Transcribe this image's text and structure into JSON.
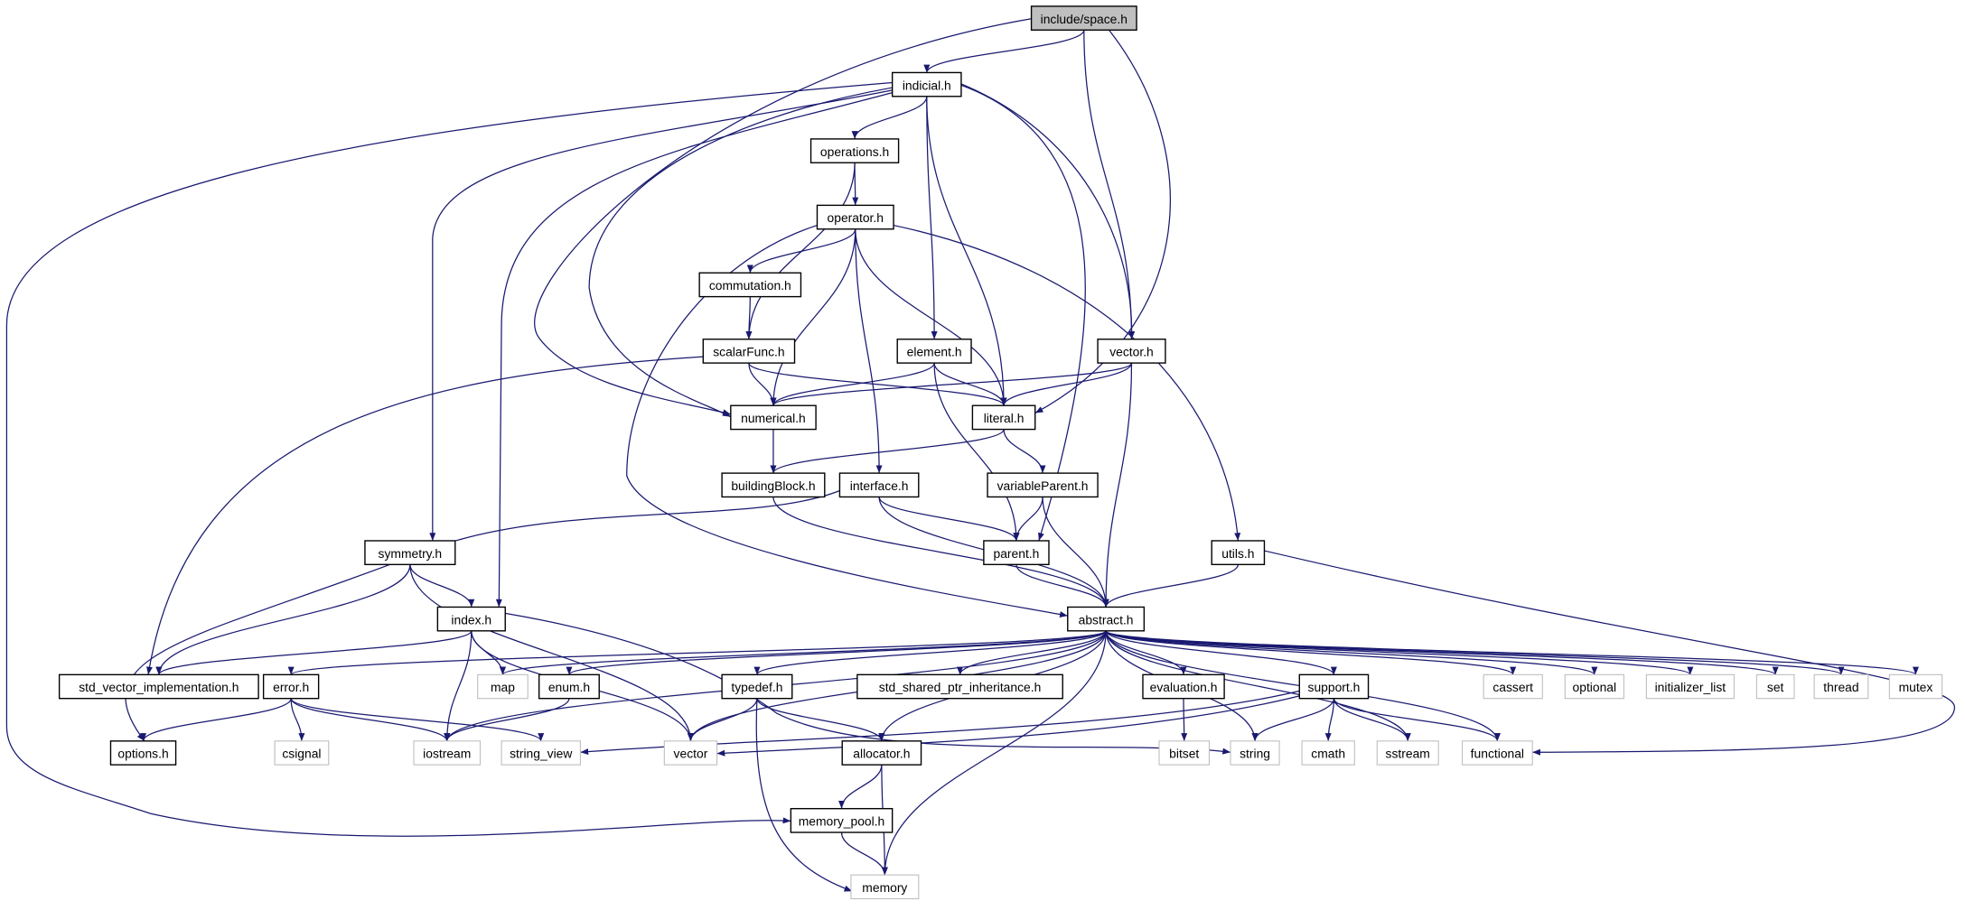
{
  "colors": {
    "edge": "#191970",
    "root_fill": "#bfbfbf",
    "local_stroke": "#000000",
    "system_stroke": "#bfbfbf"
  },
  "nodes": [
    {
      "label": "include/space.h",
      "type": "root"
    },
    {
      "label": "indicial.h",
      "type": "local"
    },
    {
      "label": "operations.h",
      "type": "local"
    },
    {
      "label": "operator.h",
      "type": "local"
    },
    {
      "label": "commutation.h",
      "type": "local"
    },
    {
      "label": "scalarFunc.h",
      "type": "local"
    },
    {
      "label": "element.h",
      "type": "local"
    },
    {
      "label": "vector.h",
      "type": "local"
    },
    {
      "label": "numerical.h",
      "type": "local"
    },
    {
      "label": "literal.h",
      "type": "local"
    },
    {
      "label": "buildingBlock.h",
      "type": "local"
    },
    {
      "label": "interface.h",
      "type": "local"
    },
    {
      "label": "variableParent.h",
      "type": "local"
    },
    {
      "label": "symmetry.h",
      "type": "local"
    },
    {
      "label": "parent.h",
      "type": "local"
    },
    {
      "label": "utils.h",
      "type": "local"
    },
    {
      "label": "index.h",
      "type": "local"
    },
    {
      "label": "abstract.h",
      "type": "local"
    },
    {
      "label": "std_vector_implementation.h",
      "type": "local"
    },
    {
      "label": "error.h",
      "type": "local"
    },
    {
      "label": "map",
      "type": "system"
    },
    {
      "label": "enum.h",
      "type": "local"
    },
    {
      "label": "typedef.h",
      "type": "local"
    },
    {
      "label": "std_shared_ptr_inheritance.h",
      "type": "local"
    },
    {
      "label": "evaluation.h",
      "type": "local"
    },
    {
      "label": "support.h",
      "type": "local"
    },
    {
      "label": "cassert",
      "type": "system"
    },
    {
      "label": "optional",
      "type": "system"
    },
    {
      "label": "initializer_list",
      "type": "system"
    },
    {
      "label": "set",
      "type": "system"
    },
    {
      "label": "thread",
      "type": "system"
    },
    {
      "label": "mutex",
      "type": "system"
    },
    {
      "label": "options.h",
      "type": "local"
    },
    {
      "label": "csignal",
      "type": "system"
    },
    {
      "label": "iostream",
      "type": "system"
    },
    {
      "label": "string_view",
      "type": "system"
    },
    {
      "label": "vector",
      "type": "system"
    },
    {
      "label": "allocator.h",
      "type": "local"
    },
    {
      "label": "bitset",
      "type": "system"
    },
    {
      "label": "string",
      "type": "system"
    },
    {
      "label": "cmath",
      "type": "system"
    },
    {
      "label": "sstream",
      "type": "system"
    },
    {
      "label": "functional",
      "type": "system"
    },
    {
      "label": "memory_pool.h",
      "type": "local"
    },
    {
      "label": "memory",
      "type": "system"
    }
  ],
  "edges": [
    [
      "include/space.h",
      "indicial.h"
    ],
    [
      "include/space.h",
      "numerical.h"
    ],
    [
      "include/space.h",
      "vector.h"
    ],
    [
      "include/space.h",
      "literal.h"
    ],
    [
      "indicial.h",
      "operations.h"
    ],
    [
      "indicial.h",
      "element.h"
    ],
    [
      "indicial.h",
      "literal.h"
    ],
    [
      "indicial.h",
      "vector.h"
    ],
    [
      "indicial.h",
      "parent.h"
    ],
    [
      "indicial.h",
      "numerical.h"
    ],
    [
      "indicial.h",
      "symmetry.h"
    ],
    [
      "indicial.h",
      "index.h"
    ],
    [
      "indicial.h",
      "memory_pool.h"
    ],
    [
      "operations.h",
      "operator.h"
    ],
    [
      "operations.h",
      "scalarFunc.h"
    ],
    [
      "operator.h",
      "commutation.h"
    ],
    [
      "operator.h",
      "numerical.h"
    ],
    [
      "operator.h",
      "literal.h"
    ],
    [
      "operator.h",
      "interface.h"
    ],
    [
      "operator.h",
      "utils.h"
    ],
    [
      "operator.h",
      "abstract.h"
    ],
    [
      "commutation.h",
      "scalarFunc.h"
    ],
    [
      "scalarFunc.h",
      "numerical.h"
    ],
    [
      "scalarFunc.h",
      "literal.h"
    ],
    [
      "scalarFunc.h",
      "std_vector_implementation.h"
    ],
    [
      "element.h",
      "numerical.h"
    ],
    [
      "element.h",
      "literal.h"
    ],
    [
      "element.h",
      "parent.h"
    ],
    [
      "vector.h",
      "numerical.h"
    ],
    [
      "vector.h",
      "literal.h"
    ],
    [
      "vector.h",
      "abstract.h"
    ],
    [
      "numerical.h",
      "buildingBlock.h"
    ],
    [
      "literal.h",
      "buildingBlock.h"
    ],
    [
      "literal.h",
      "variableParent.h"
    ],
    [
      "buildingBlock.h",
      "abstract.h"
    ],
    [
      "interface.h",
      "parent.h"
    ],
    [
      "interface.h",
      "abstract.h"
    ],
    [
      "interface.h",
      "options.h"
    ],
    [
      "variableParent.h",
      "parent.h"
    ],
    [
      "variableParent.h",
      "abstract.h"
    ],
    [
      "parent.h",
      "abstract.h"
    ],
    [
      "utils.h",
      "abstract.h"
    ],
    [
      "utils.h",
      "functional"
    ],
    [
      "symmetry.h",
      "index.h"
    ],
    [
      "symmetry.h",
      "std_vector_implementation.h"
    ],
    [
      "symmetry.h",
      "vector"
    ],
    [
      "index.h",
      "std_vector_implementation.h"
    ],
    [
      "index.h",
      "map"
    ],
    [
      "index.h",
      "iostream"
    ],
    [
      "index.h",
      "vector"
    ],
    [
      "index.h",
      "string"
    ],
    [
      "abstract.h",
      "error.h"
    ],
    [
      "abstract.h",
      "map"
    ],
    [
      "abstract.h",
      "enum.h"
    ],
    [
      "abstract.h",
      "typedef.h"
    ],
    [
      "abstract.h",
      "std_shared_ptr_inheritance.h"
    ],
    [
      "abstract.h",
      "evaluation.h"
    ],
    [
      "abstract.h",
      "support.h"
    ],
    [
      "abstract.h",
      "cassert"
    ],
    [
      "abstract.h",
      "optional"
    ],
    [
      "abstract.h",
      "initializer_list"
    ],
    [
      "abstract.h",
      "set"
    ],
    [
      "abstract.h",
      "thread"
    ],
    [
      "abstract.h",
      "mutex"
    ],
    [
      "abstract.h",
      "string"
    ],
    [
      "abstract.h",
      "sstream"
    ],
    [
      "abstract.h",
      "functional"
    ],
    [
      "abstract.h",
      "vector"
    ],
    [
      "abstract.h",
      "iostream"
    ],
    [
      "abstract.h",
      "allocator.h"
    ],
    [
      "abstract.h",
      "memory"
    ],
    [
      "error.h",
      "options.h"
    ],
    [
      "error.h",
      "csignal"
    ],
    [
      "error.h",
      "iostream"
    ],
    [
      "error.h",
      "string_view"
    ],
    [
      "enum.h",
      "iostream"
    ],
    [
      "typedef.h",
      "vector"
    ],
    [
      "typedef.h",
      "allocator.h"
    ],
    [
      "typedef.h",
      "memory"
    ],
    [
      "evaluation.h",
      "bitset"
    ],
    [
      "support.h",
      "string"
    ],
    [
      "support.h",
      "cmath"
    ],
    [
      "support.h",
      "sstream"
    ],
    [
      "support.h",
      "functional"
    ],
    [
      "support.h",
      "string_view"
    ],
    [
      "support.h",
      "vector"
    ],
    [
      "allocator.h",
      "memory_pool.h"
    ],
    [
      "allocator.h",
      "memory"
    ],
    [
      "memory_pool.h",
      "memory"
    ]
  ]
}
